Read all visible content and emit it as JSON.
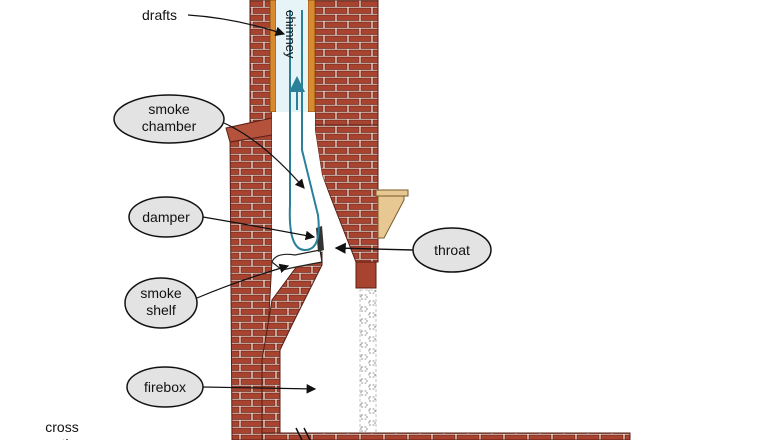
{
  "labels": {
    "drafts": "drafts",
    "chimney": "chimney",
    "smoke_chamber_line1": "smoke",
    "smoke_chamber_line2": "chamber",
    "damper": "damper",
    "throat": "throat",
    "smoke_shelf_line1": "smoke",
    "smoke_shelf_line2": "shelf",
    "firebox": "firebox",
    "cross_section_line1": "cross",
    "cross_section_line2": "section"
  },
  "colors": {
    "brick": "#a8432f",
    "mortar": "#f2d9cf",
    "flue_liner": "#d98a2f",
    "flue": "#e6f3f7",
    "draft_arrow": "#2a7f99",
    "callout_fill": "#e3e3e3"
  }
}
